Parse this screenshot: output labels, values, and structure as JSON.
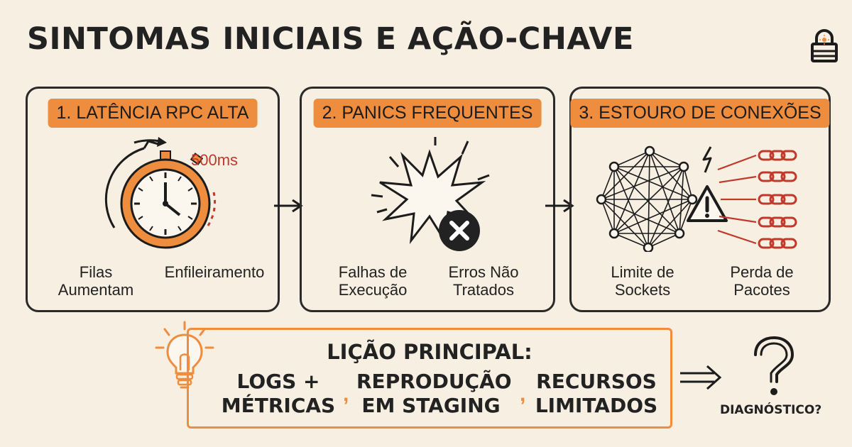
{
  "title": "SINTOMAS INICIAIS E AÇÃO-CHAVE",
  "panels": [
    {
      "tag": "1. LATÊNCIA RPC ALTA",
      "metric": "500ms",
      "labels": [
        "Filas\nAumentam",
        "Enfileiramento"
      ]
    },
    {
      "tag": "2. PANICS FREQUENTES",
      "labels": [
        "Falhas de\nExecução",
        "Erros Não\nTratados"
      ]
    },
    {
      "tag": "3. ESTOURO DE CONEXÕES",
      "labels": [
        "Limite de\nSockets",
        "Perda de\nPacotes"
      ]
    }
  ],
  "lesson": {
    "title": "LIÇÃO PRINCIPAL:",
    "items": [
      "LOGS +\nMÉTRICAS",
      "REPRODUÇÃO\nEM STAGING",
      "RECURSOS\nLIMITADOS"
    ],
    "separator": ","
  },
  "diagnostic": "DIAGNÓSTICO?",
  "icons": [
    "lock-icon",
    "stopwatch-icon",
    "explosion-icon",
    "error-x-icon",
    "network-mesh-icon",
    "warning-icon",
    "lightning-icon",
    "chain-links-icon",
    "lightbulb-icon",
    "question-mark-icon"
  ],
  "colors": {
    "accent": "#ef8d3f",
    "alert": "#c0392b",
    "ink": "#222222",
    "background": "#f6efe2"
  }
}
